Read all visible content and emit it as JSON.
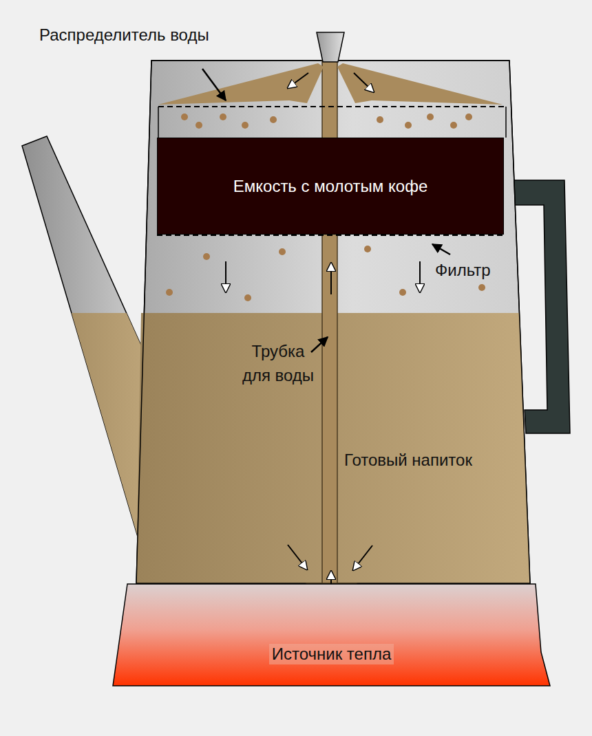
{
  "diagram": {
    "nodes": [
      {
        "text": [
          "Емкость с молотым кофе"
        ]
      },
      {
        "text": [
          "Источник тепла"
        ]
      }
    ],
    "labels": [
      "Распределитель воды",
      "Фильтр",
      "Трубка для воды",
      "Готовый напиток"
    ]
  }
}
